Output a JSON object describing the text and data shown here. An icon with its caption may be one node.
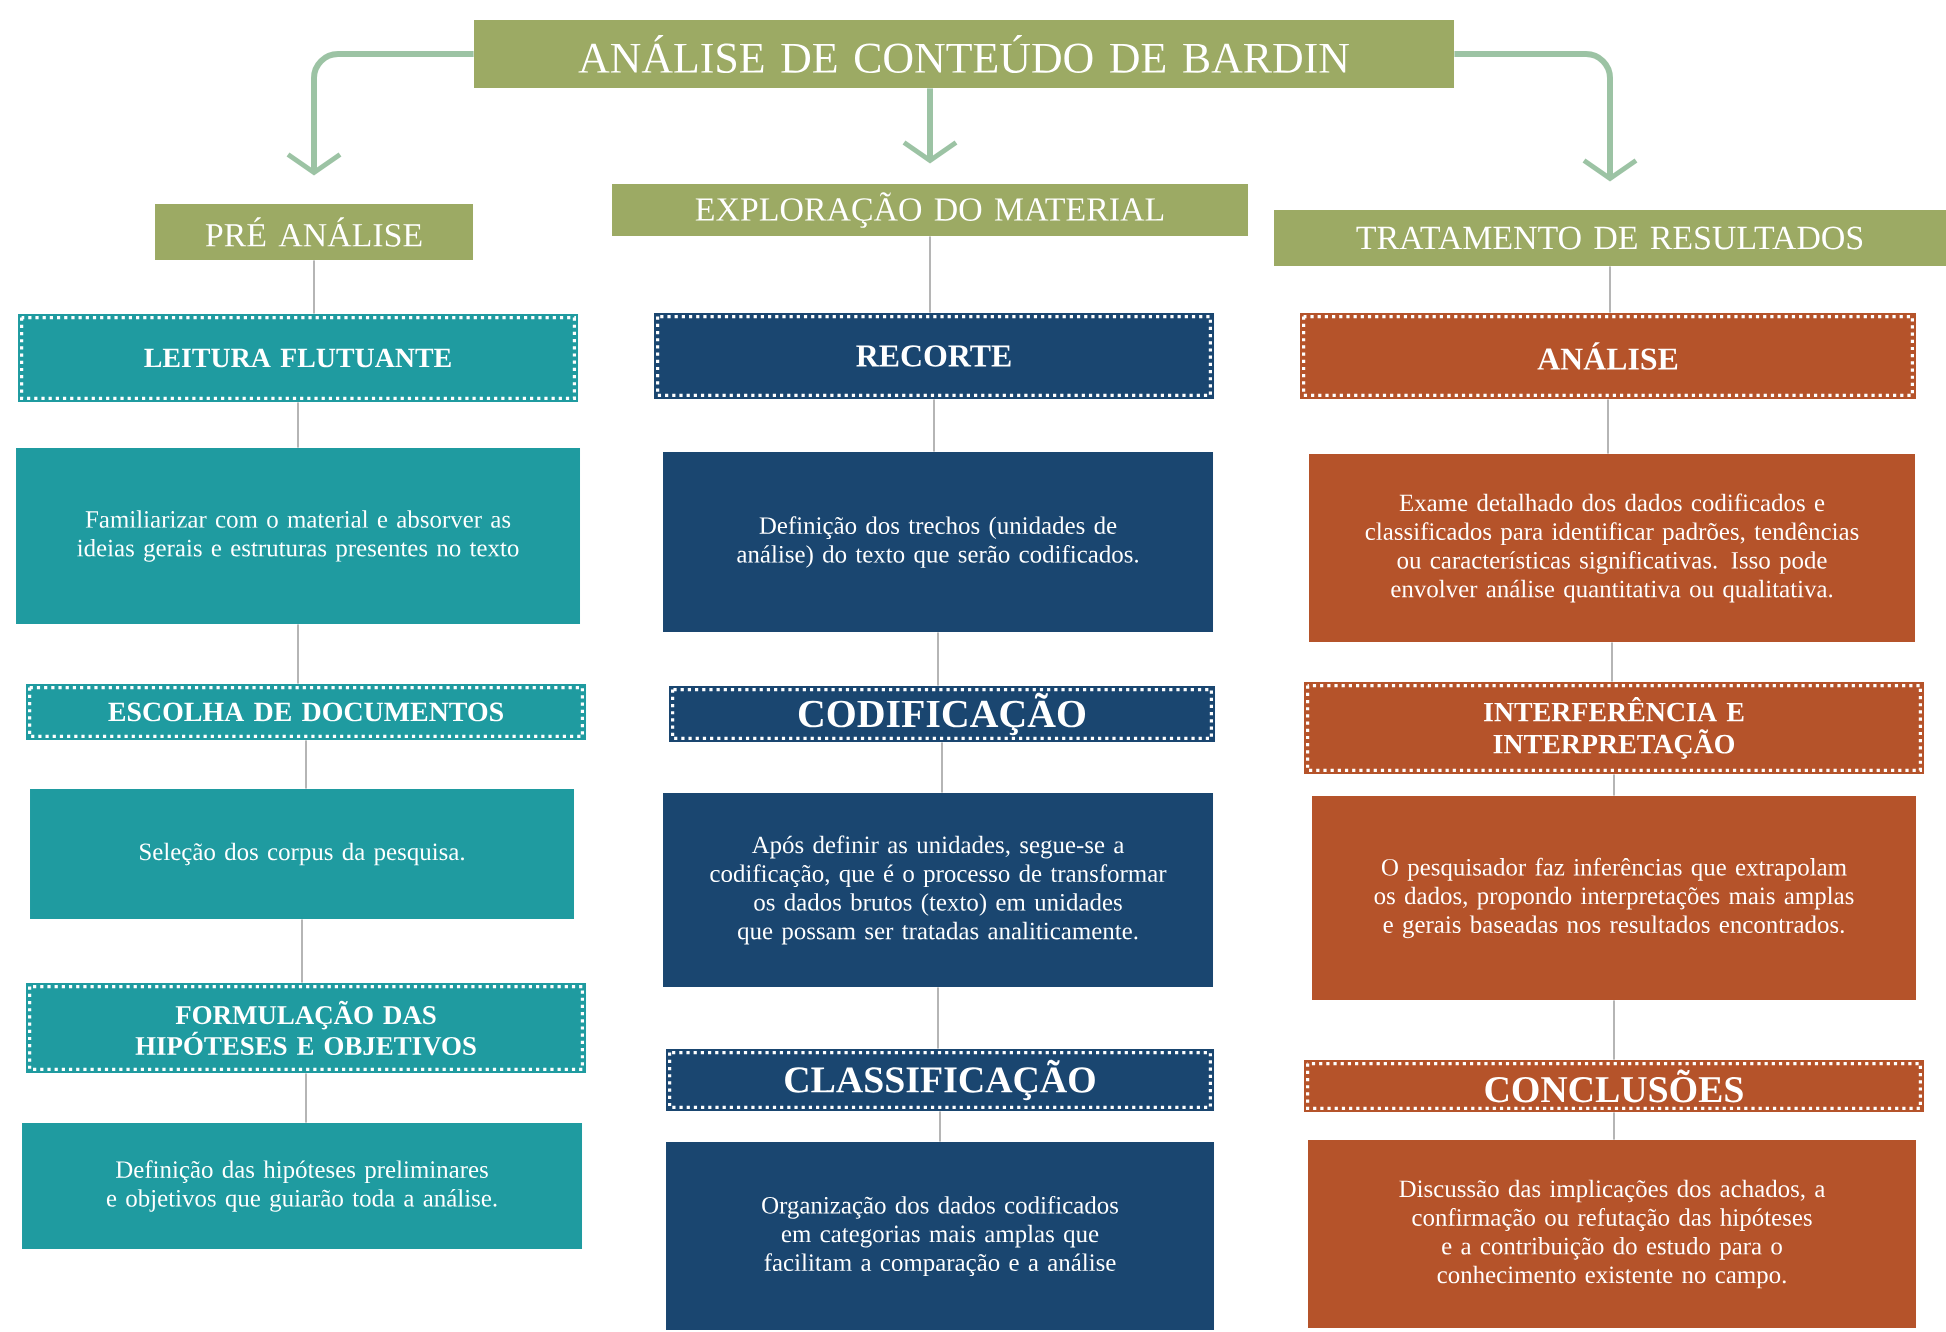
{
  "diagram": {
    "nodes": [
      {
        "text": [
          "ANÁLISE DE CONTEÚDO DE BARDIN"
        ]
      },
      {
        "text": [
          "PRÉ ANÁLISE"
        ]
      },
      {
        "text": [
          "EXPLORAÇÃO DO MATERIAL"
        ]
      },
      {
        "text": [
          "TRATAMENTO DE RESULTADOS"
        ]
      },
      {
        "text": [
          "LEITURA FLUTUANTE"
        ]
      },
      {
        "text": [
          "Familiarizar com o material e absorver as ideias gerais e estruturas presentes no texto"
        ]
      },
      {
        "text": [
          "ESCOLHA DE DOCUMENTOS"
        ]
      },
      {
        "text": [
          "Seleção dos corpus da pesquisa."
        ]
      },
      {
        "text": [
          "FORMULAÇÃO DAS HIPÓTESES E OBJETIVOS"
        ]
      },
      {
        "text": [
          "Definição das hipóteses preliminares e objetivos que guiarão toda a análise."
        ]
      },
      {
        "text": [
          "RECORTE"
        ]
      },
      {
        "text": [
          "Definição dos trechos (unidades de análise) do texto que serão codificados."
        ]
      },
      {
        "text": [
          "CODIFICAÇÃO"
        ]
      },
      {
        "text": [
          "Após definir as unidades, segue-se a codificação, que é o processo de transformar os dados brutos (texto) em unidades que possam ser tratadas analiticamente."
        ]
      },
      {
        "text": [
          "CLASSIFICAÇÃO"
        ]
      },
      {
        "text": [
          "Organização dos dados codificados em categorias mais amplas que facilitam a comparação e a análise"
        ]
      },
      {
        "text": [
          "ANÁLISE"
        ]
      },
      {
        "text": [
          "Exame detalhado dos dados codificados e classificados para identificar padrões, tendências ou características significativas. Isso pode envolver análise quantitativa ou qualitativa."
        ]
      },
      {
        "text": [
          "INTERFERÊNCIA E INTERPRETAÇÃO"
        ]
      },
      {
        "text": [
          "O pesquisador faz inferências que extrapolam os dados, propondo interpretações mais amplas e gerais baseadas nos resultados encontrados."
        ]
      },
      {
        "text": [
          "CONCLUSÕES"
        ]
      },
      {
        "text": [
          "Discussão das implicações dos achados, a confirmação ou refutação das hipóteses e a contribuição do estudo para o conhecimento existente no campo."
        ]
      }
    ],
    "edges": [
      {
        "from": 0,
        "to": 1,
        "arrow": "to",
        "style": "thick",
        "color": "#9cc3a4"
      },
      {
        "from": 0,
        "to": 2,
        "arrow": "to",
        "style": "thick",
        "color": "#9cc3a4"
      },
      {
        "from": 0,
        "to": 3,
        "arrow": "to",
        "style": "thick",
        "color": "#9cc3a4"
      },
      {
        "from": 1,
        "to": 4,
        "arrow": "none"
      },
      {
        "from": 4,
        "to": 5,
        "arrow": "none"
      },
      {
        "from": 5,
        "to": 6,
        "arrow": "none"
      },
      {
        "from": 6,
        "to": 7,
        "arrow": "none"
      },
      {
        "from": 7,
        "to": 8,
        "arrow": "none"
      },
      {
        "from": 8,
        "to": 9,
        "arrow": "none"
      },
      {
        "from": 2,
        "to": 10,
        "arrow": "none"
      },
      {
        "from": 10,
        "to": 11,
        "arrow": "none"
      },
      {
        "from": 11,
        "to": 12,
        "arrow": "none"
      },
      {
        "from": 12,
        "to": 13,
        "arrow": "none"
      },
      {
        "from": 13,
        "to": 14,
        "arrow": "none"
      },
      {
        "from": 14,
        "to": 15,
        "arrow": "none"
      },
      {
        "from": 3,
        "to": 16,
        "arrow": "none"
      },
      {
        "from": 16,
        "to": 17,
        "arrow": "none"
      },
      {
        "from": 17,
        "to": 18,
        "arrow": "none"
      },
      {
        "from": 18,
        "to": 19,
        "arrow": "none"
      },
      {
        "from": 19,
        "to": 20,
        "arrow": "none"
      },
      {
        "from": 20,
        "to": 21,
        "arrow": "none"
      }
    ]
  }
}
